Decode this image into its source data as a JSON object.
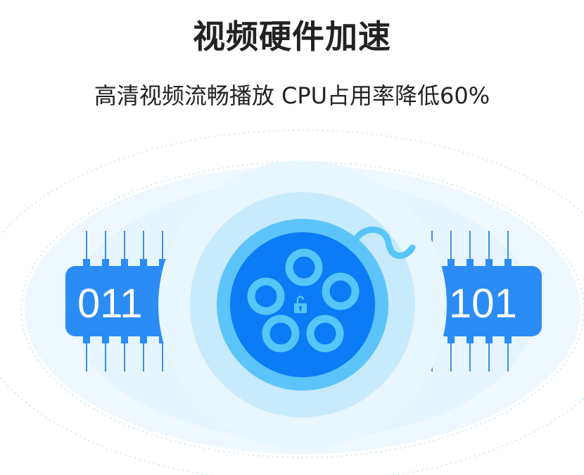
{
  "headline": "视频硬件加速",
  "subheadline": "高清视频流畅播放 CPU占用率降低60%",
  "illustration": {
    "left_chip_text": "011",
    "right_chip_text": "101",
    "center_icon": "film-reel-icon",
    "lock_icon": "unlock-icon",
    "colors": {
      "chip_blue": "#2b8cf5",
      "pin_blue": "#3b8ee8",
      "reel_blue": "#0a7cf5",
      "reel_ring": "#56c6f8",
      "halo_light": "#e6f5fd",
      "halo_mid": "#bfe6fb",
      "text_dark": "#222222"
    }
  }
}
